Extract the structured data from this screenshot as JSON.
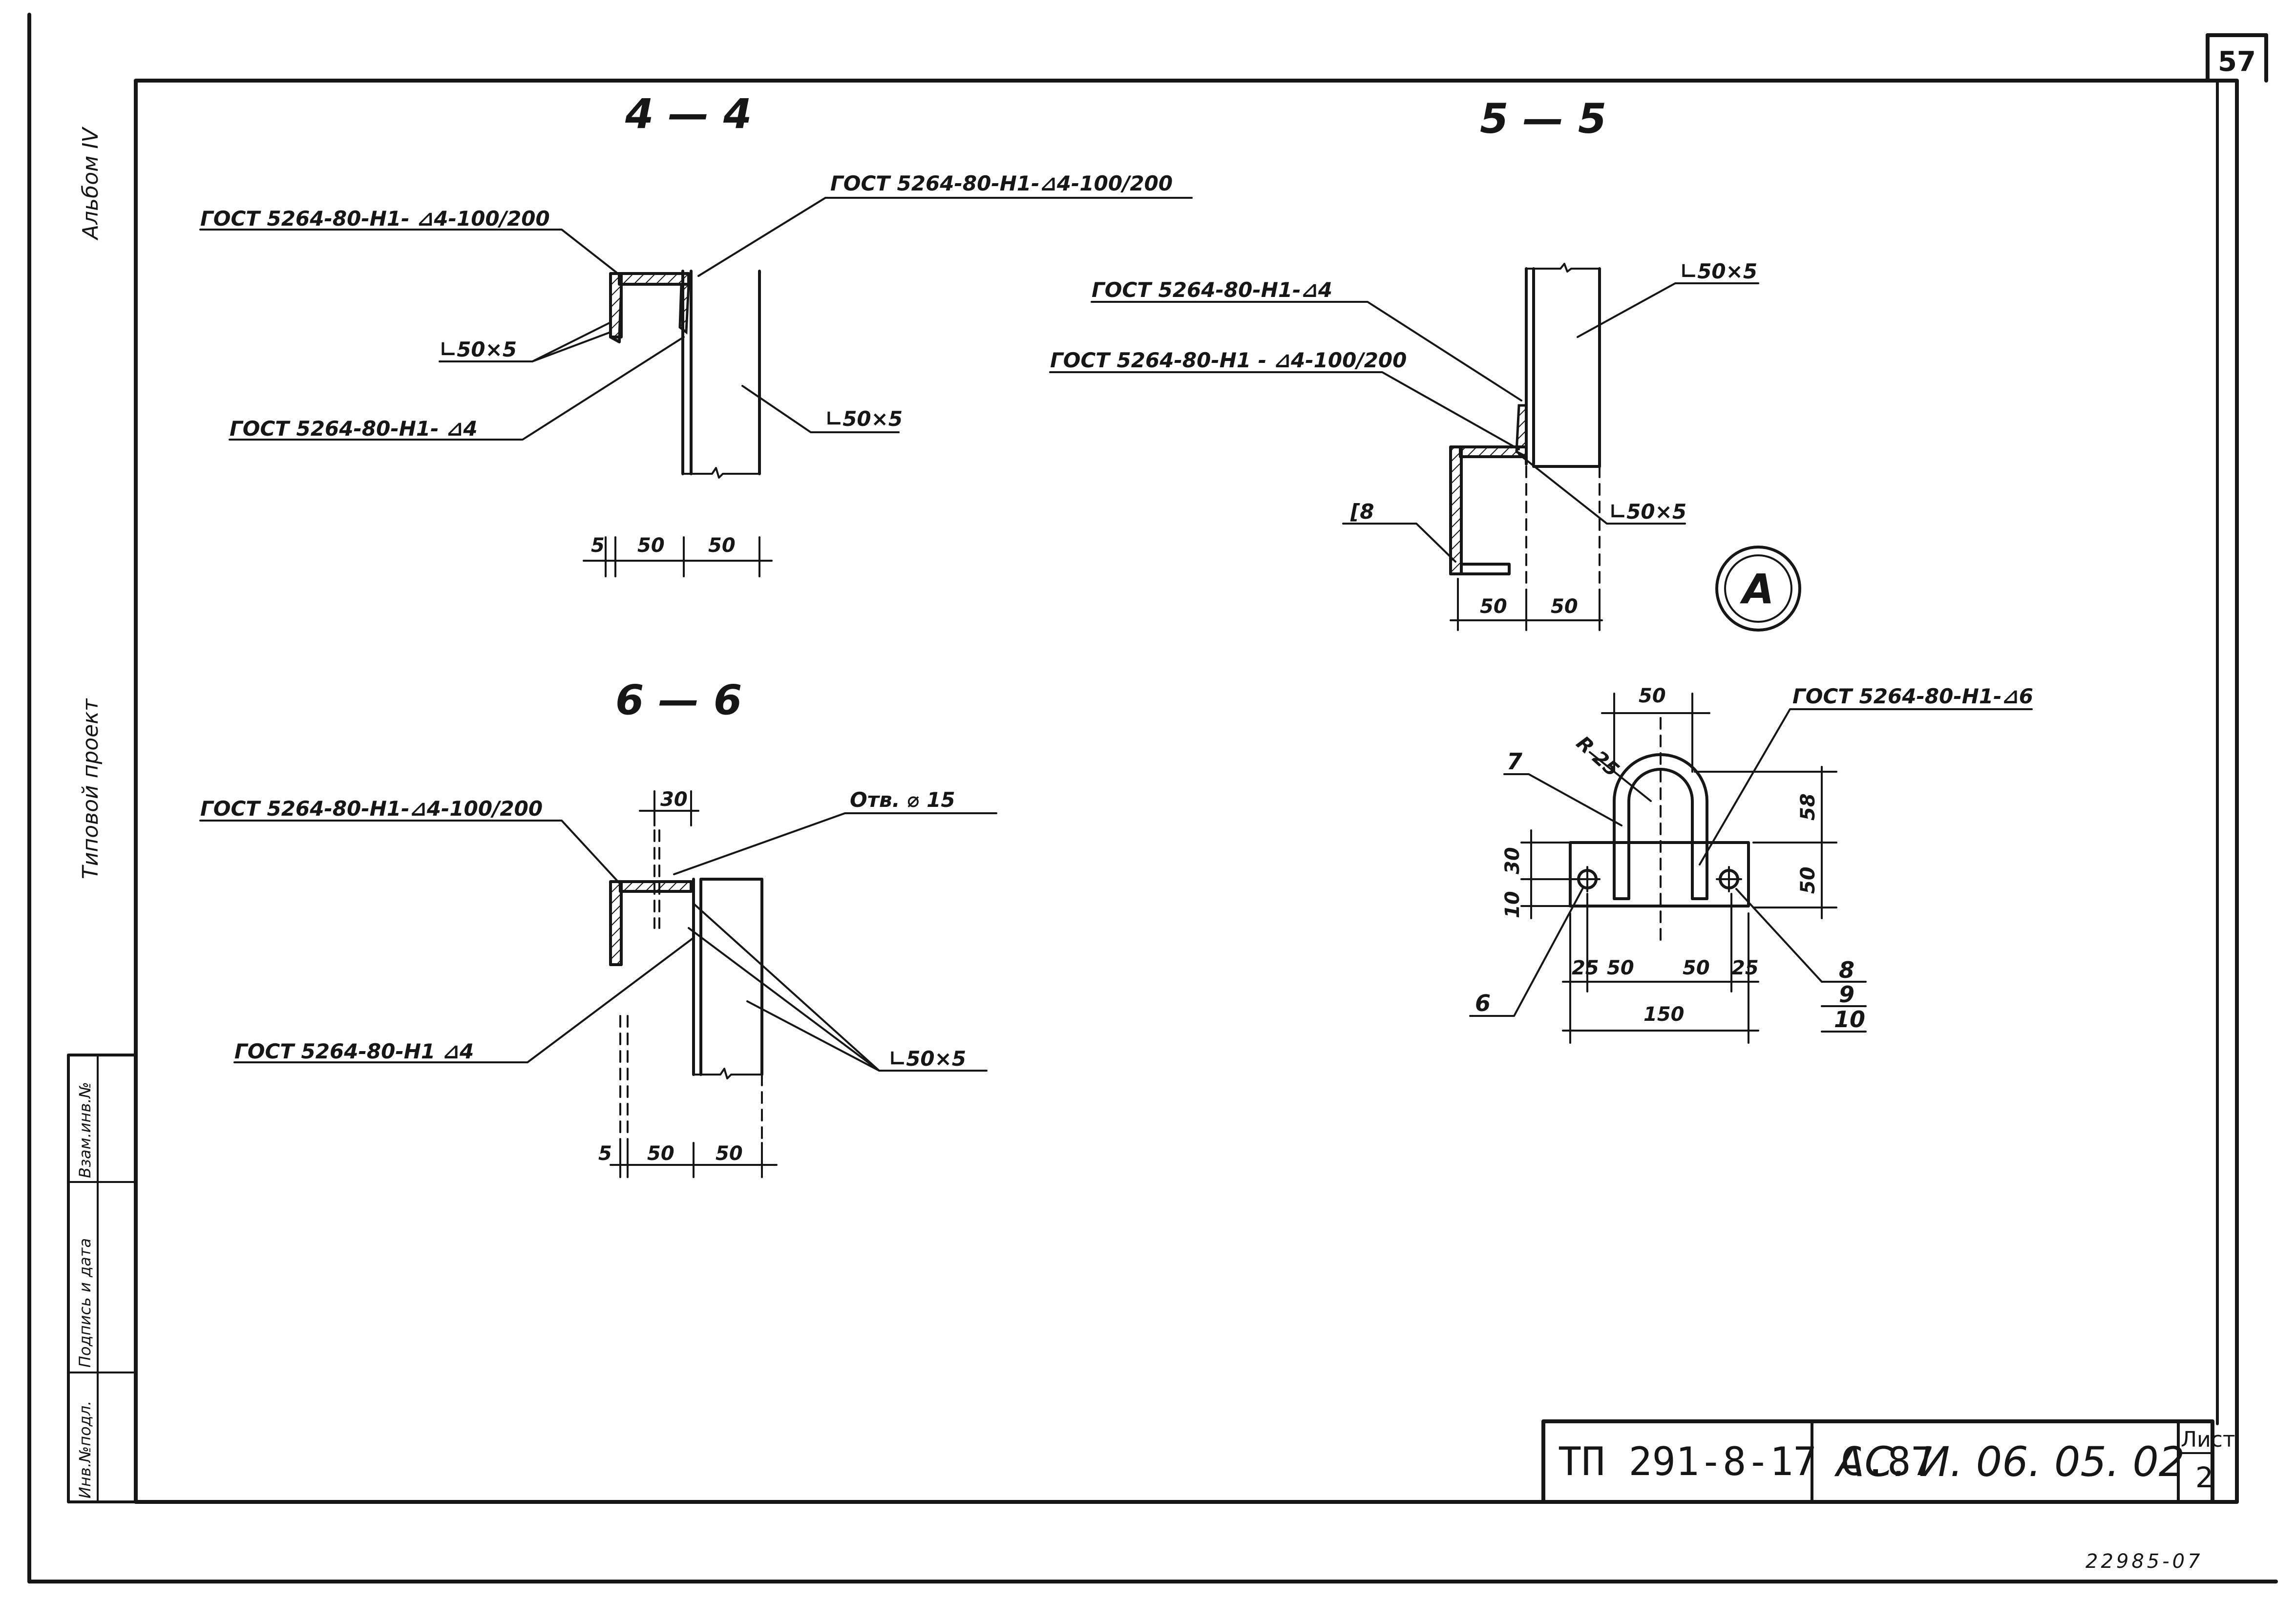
{
  "page_number": "57",
  "side": {
    "album": "Альбом IV",
    "project_type": "Типовой проект",
    "stamps": [
      "Инв.№подл.",
      "Подпись и дата",
      "Взам.инв.№"
    ]
  },
  "sections": {
    "s44": {
      "title": "4 — 4",
      "weld_top_left": "ГОСТ 5264-80-Н1- ⊿4-100/200",
      "weld_top_right": "ГОСТ 5264-80-Н1-⊿4-100/200",
      "angle_small": "∟50×5",
      "weld_bottom": "ГОСТ 5264-80-Н1- ⊿4",
      "angle_post": "∟50×5",
      "dims": [
        "5",
        "50",
        "50"
      ]
    },
    "s55": {
      "title": "5 — 5",
      "weld_1": "ГОСТ 5264-80-Н1-⊿4",
      "weld_2": "ГОСТ 5264-80-Н1 - ⊿4-100/200",
      "angle_post": "∟50×5",
      "angle_lower": "∟50×5",
      "channel": "[8",
      "dims": [
        "50",
        "50"
      ]
    },
    "s66": {
      "title": "6 — 6",
      "weld_top": "ГОСТ 5264-80-Н1-⊿4-100/200",
      "hole": "Отв. ⌀ 15",
      "weld_bottom": "ГОСТ 5264-80-Н1 ⊿4",
      "angle": "∟50×5",
      "dim_top": "30",
      "dims": [
        "5",
        "50",
        "50"
      ]
    },
    "detailA": {
      "label": "А",
      "weld": "ГОСТ 5264-80-Н1-⊿6",
      "radius": "R 25",
      "dim_top": "50",
      "dim_right_upper": "58",
      "dim_right_lower": "50",
      "dim_left_upper": "30",
      "dim_left_lower": "10",
      "dims_bottom": [
        "25",
        "50",
        "50",
        "25"
      ],
      "dim_total": "150",
      "marks": [
        "7",
        "6",
        "8",
        "9",
        "10"
      ]
    }
  },
  "title_block": {
    "project": "ТП 291-8-17 С.87",
    "doc_code": "АС. И. 06. 05. 02",
    "sheet_label": "Лист",
    "sheet_no": "2"
  },
  "archive_no": "22985-07"
}
